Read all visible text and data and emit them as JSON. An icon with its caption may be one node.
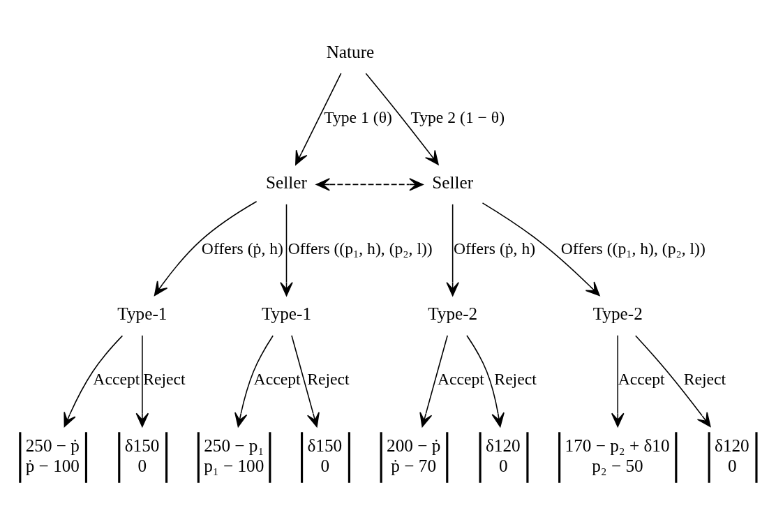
{
  "diagram": {
    "nodes": [
      {
        "text": [
          "Nature"
        ]
      },
      {
        "text": [
          "Seller"
        ]
      },
      {
        "text": [
          "Seller"
        ]
      },
      {
        "text": [
          "Type-1"
        ]
      },
      {
        "text": [
          "Type-1"
        ]
      },
      {
        "text": [
          "Type-2"
        ]
      },
      {
        "text": [
          "Type-2"
        ]
      },
      {
        "text": [
          "250 − ṗ",
          "ṗ − 100"
        ]
      },
      {
        "text": [
          "δ150",
          "0"
        ]
      },
      {
        "text": [
          "250 − p₁",
          "p₁ − 100"
        ]
      },
      {
        "text": [
          "δ150",
          "0"
        ]
      },
      {
        "text": [
          "200 − ṗ",
          "ṗ − 70"
        ]
      },
      {
        "text": [
          "δ120",
          "0"
        ]
      },
      {
        "text": [
          "170 − p₂ + δ10",
          "p₂ − 50"
        ]
      },
      {
        "text": [
          "δ120",
          "0"
        ]
      }
    ],
    "edges": [
      {
        "from": 0,
        "to": 1,
        "arrow": "to",
        "label": "Type 1 (θ)"
      },
      {
        "from": 0,
        "to": 2,
        "arrow": "to",
        "label": "Type 2 (1 − θ)"
      },
      {
        "from": 1,
        "to": 2,
        "arrow": "both",
        "style": "dashed"
      },
      {
        "from": 1,
        "to": 3,
        "arrow": "to",
        "label": "Offers (ṗ, h)"
      },
      {
        "from": 1,
        "to": 4,
        "arrow": "to",
        "label": "Offers ((p₁, h), (p₂, l))"
      },
      {
        "from": 2,
        "to": 5,
        "arrow": "to",
        "label": "Offers (ṗ, h)"
      },
      {
        "from": 2,
        "to": 6,
        "arrow": "to",
        "label": "Offers ((p₁, h), (p₂, l))"
      },
      {
        "from": 3,
        "to": 7,
        "arrow": "to",
        "label": "Accept"
      },
      {
        "from": 3,
        "to": 8,
        "arrow": "to",
        "label": "Reject"
      },
      {
        "from": 4,
        "to": 9,
        "arrow": "to",
        "label": "Accept"
      },
      {
        "from": 4,
        "to": 10,
        "arrow": "to",
        "label": "Reject"
      },
      {
        "from": 5,
        "to": 11,
        "arrow": "to",
        "label": "Accept"
      },
      {
        "from": 5,
        "to": 12,
        "arrow": "to",
        "label": "Reject"
      },
      {
        "from": 6,
        "to": 13,
        "arrow": "to",
        "label": "Accept"
      },
      {
        "from": 6,
        "to": 14,
        "arrow": "to",
        "label": "Reject"
      }
    ]
  }
}
